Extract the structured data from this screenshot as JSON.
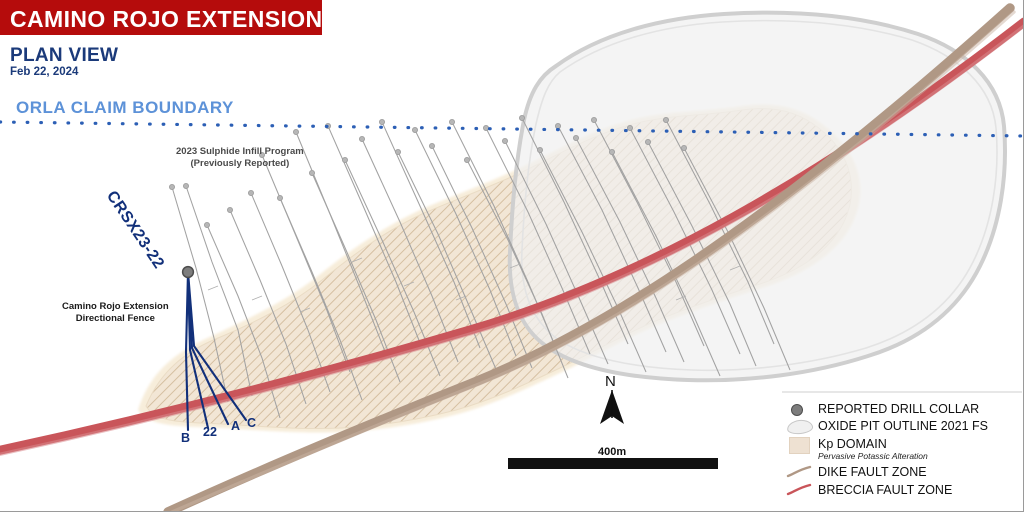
{
  "header": {
    "banner_title": "CAMINO ROJO EXTENSION",
    "view_title": "PLAN VIEW",
    "date": "Feb 22, 2024",
    "banner_color": "#b50c0c",
    "title_color": "#1b3a7a"
  },
  "map": {
    "claim_boundary_label": "ORLA CLAIM BOUNDARY",
    "claim_boundary_color": "#5d92d8",
    "annotations": {
      "infill_program": "2023 Sulphide Infill Program",
      "infill_program_sub": "(Previously Reported)",
      "fence_title": "Camino Rojo Extension",
      "fence_subtitle": "Directional Fence",
      "hole_label": "CRSX23-22"
    },
    "fan_labels": [
      "B",
      "22",
      "A",
      "C"
    ],
    "colors": {
      "breccia_fault": "#c9555a",
      "dike_fault": "#b09885",
      "kp_domain_fill": "#f2e6d5",
      "kp_domain_edge": "#f6e9cf",
      "kp_hatch": "#d8c3a5",
      "pit_fill": "#f0f0f0",
      "pit_edge": "#c7c7c7",
      "drill_trace": "#9b9b9b",
      "fence_trace": "#12307a",
      "collar": "#7d7d7d"
    }
  },
  "north_arrow": {
    "letter": "N"
  },
  "scale_bar": {
    "label": "400m"
  },
  "legend": {
    "items": [
      {
        "symbol": "drill-collar",
        "label": "REPORTED DRILL COLLAR"
      },
      {
        "symbol": "pit-outline",
        "label": "OXIDE PIT OUTLINE 2021 FS"
      },
      {
        "symbol": "kp-domain",
        "label": "Kp DOMAIN",
        "sublabel": "Pervasive Potassic Alteration"
      },
      {
        "symbol": "dike-fault",
        "label": "DIKE FAULT ZONE"
      },
      {
        "symbol": "breccia-fault",
        "label": "BRECCIA FAULT ZONE"
      }
    ]
  }
}
